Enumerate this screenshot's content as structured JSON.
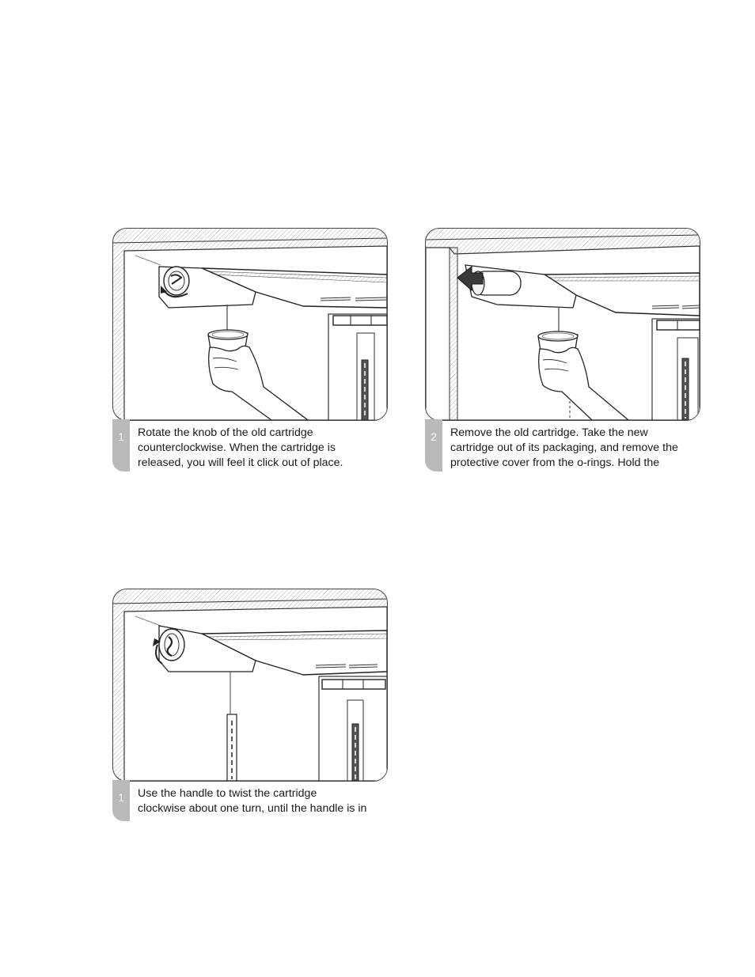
{
  "steps": [
    {
      "number": "1",
      "caption_lines": [
        "Rotate the knob of the old cartridge",
        "counterclockwise. When the cartridge is",
        "released, you will feel it click out of place."
      ]
    },
    {
      "number": "2",
      "caption_lines": [
        "Remove the old cartridge. Take the new",
        "cartridge out of its packaging, and remove the",
        "protective cover from the o-rings. Hold the"
      ]
    },
    {
      "number": "1",
      "caption_lines": [
        "Use the handle to twist the cartridge",
        "clockwise about one turn, until the handle is in"
      ]
    }
  ],
  "icons": {
    "step1_illustration": "rotate-knob-counterclockwise-icon",
    "step2_illustration": "remove-cartridge-arrow-icon",
    "step3_illustration": "twist-handle-clockwise-icon"
  }
}
